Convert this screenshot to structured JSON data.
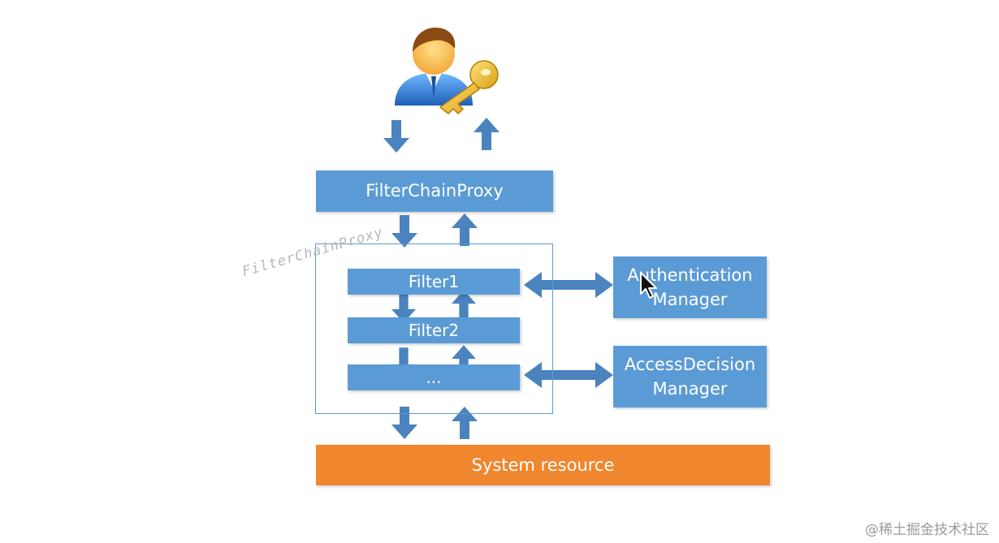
{
  "nodes": {
    "filter_chain_proxy": "FilterChainProxy",
    "filter1": "Filter1",
    "filter2": "Filter2",
    "filter_more": "...",
    "authentication_manager_line1": "Authentication",
    "authentication_manager_line2": "Manager",
    "access_decision_manager_line1": "AccessDecision",
    "access_decision_manager_line2": "Manager",
    "system_resource": "System resource"
  },
  "watermark": "FilterChainProxy",
  "footer": "@稀土掘金技术社区",
  "icons": [
    "user-with-key-icon",
    "mouse-cursor-icon"
  ],
  "colors": {
    "box_blue": "#5b9bd5",
    "arrow_blue": "#4a83bd",
    "system_orange": "#f0862e"
  }
}
